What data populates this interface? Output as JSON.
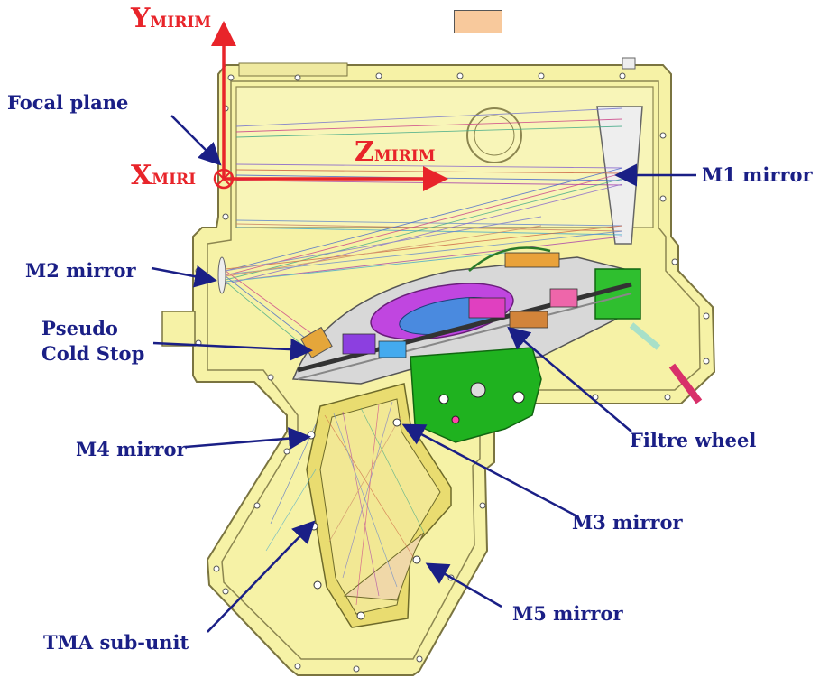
{
  "axes": {
    "y": {
      "main": "Y",
      "sub": "MIRIM"
    },
    "z": {
      "main": "Z",
      "sub": "MIRIM"
    },
    "x": {
      "main": "X",
      "sub": "MIRI"
    }
  },
  "labels": {
    "focal_plane": "Focal plane",
    "m1": "M1 mirror",
    "m2": "M2 mirror",
    "pseudo_line1": "Pseudo",
    "pseudo_line2": "Cold Stop",
    "m4": "M4 mirror",
    "filtre_wheel": "Filtre wheel",
    "m3": "M3 mirror",
    "m5": "M5 mirror",
    "tma": "TMA sub-unit"
  },
  "colors": {
    "housing": "#f6f2a6",
    "housing_edge": "#7a7440",
    "axis": "#e8242a",
    "label": "#1a1f86",
    "wheel_green": "#1fb21f",
    "tma_yellow": "#e9dc70",
    "legend_box": "#f8c99c"
  }
}
